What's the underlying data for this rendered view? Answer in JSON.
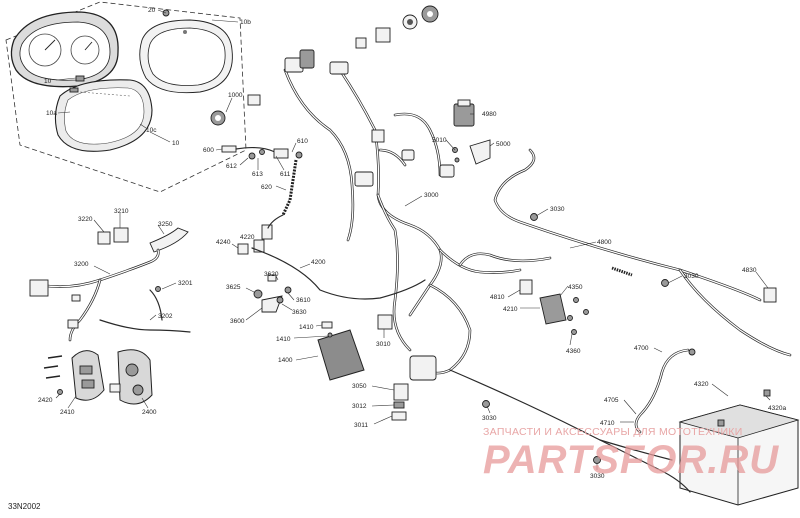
{
  "diagram_code": "33N2002",
  "watermark": {
    "caption": "ЗАПЧАСТИ И АКСЕССУАРЫ ДЛЯ МОТОТЕХНИКИ",
    "logo": "PARTSFOR.RU"
  },
  "callouts": {
    "c20": "20",
    "c10b": "10b",
    "c10": "10",
    "c10a": "10a",
    "c10c": "10c",
    "c1000": "1000",
    "c600": "600",
    "c612": "612",
    "c610": "610",
    "c613": "613",
    "c611": "611",
    "c620": "620",
    "c4980": "4980",
    "c5010": "5010",
    "c5000": "5000",
    "c3000": "3000",
    "c3030a": "3030",
    "c3220": "3220",
    "c3210": "3210",
    "c3250": "3250",
    "c4240": "4240",
    "c4220": "4220",
    "c4200": "4200",
    "c4800": "4800",
    "c3200": "3200",
    "c3201": "3201",
    "c3202": "3202",
    "c3620": "3620",
    "c3625": "3625",
    "c3610": "3610",
    "c3630": "3630",
    "c3600": "3600",
    "c3030b": "3030",
    "c4810": "4810",
    "c4830": "4830",
    "c4350": "4350",
    "c4210": "4210",
    "c4360": "4360",
    "c1410a": "1410",
    "c1410b": "1410",
    "c1400": "1400",
    "c3010": "3010",
    "c4700": "4700",
    "c4320": "4320",
    "c4320a": "4320a",
    "c4705": "4705",
    "c4710": "4710",
    "c3050": "3050",
    "c3012": "3012",
    "c3011": "3011",
    "c3030c": "3030",
    "c3030d": "3030",
    "c2420": "2420",
    "c2410": "2410",
    "c2400": "2400"
  }
}
